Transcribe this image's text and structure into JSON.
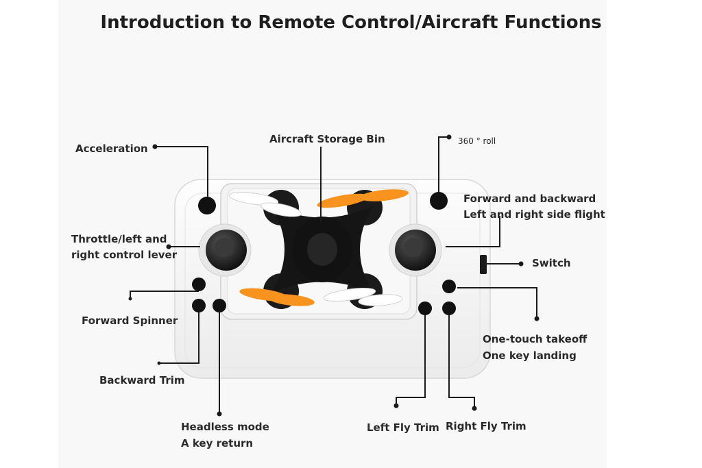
{
  "title": "Introduction to Remote Control/Aircraft Functions",
  "labels": {
    "acceleration": "Acceleration",
    "storage_bin": "Aircraft Storage Bin",
    "roll_360": "360 ° roll",
    "fwd_back_1": "Forward and backward",
    "fwd_back_2": "Left and right side flight",
    "throttle_1": "Throttle/left and",
    "throttle_2": "right control lever",
    "switch": "Switch",
    "forward_spinner": "Forward Spinner",
    "takeoff_1": "One-touch takeoff",
    "takeoff_2": "One key landing",
    "backward_trim": "Backward Trim",
    "headless_1": "Headless mode",
    "headless_2": "A key return",
    "left_fly_trim": "Left Fly Trim",
    "right_fly_trim": "Right Fly Trim"
  },
  "colors": {
    "propeller": "#f7931e",
    "drone_body": "#151515",
    "controller": "#f4f4f4",
    "leader_line": "#1a1a1a"
  }
}
